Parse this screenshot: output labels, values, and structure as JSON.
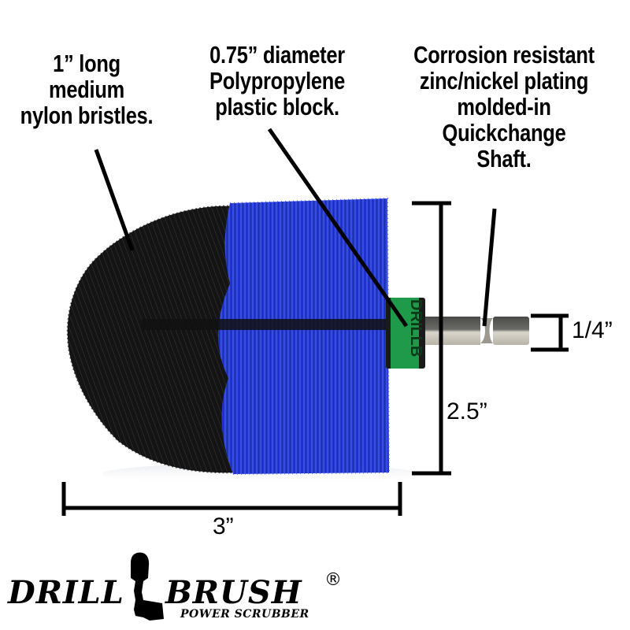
{
  "annotations": {
    "bristles": {
      "lines": [
        "1” long",
        "medium",
        "nylon bristles."
      ]
    },
    "block": {
      "lines": [
        "0.75” diameter",
        "Polypropylene",
        "plastic block."
      ]
    },
    "shaft": {
      "lines": [
        "Corrosion resistant",
        "zinc/nickel plating",
        "molded-in",
        "Quickchange",
        "Shaft."
      ]
    }
  },
  "dimensions": {
    "width": "3”",
    "height": "2.5”",
    "shaft_diameter": "1/4”"
  },
  "product": {
    "collar_text": "DRILLB",
    "colors": {
      "bristle_black": "#111111",
      "bristle_blue": "#2a3fd6",
      "collar_green": "#1e9a4a",
      "shaft_steel": "#b9b4a8"
    }
  },
  "logo": {
    "word1": "DRILL",
    "word2": "BRUSH",
    "tagline": "POWER SCRUBBER",
    "registered": "®",
    "icon": "drill-silhouette-icon"
  }
}
